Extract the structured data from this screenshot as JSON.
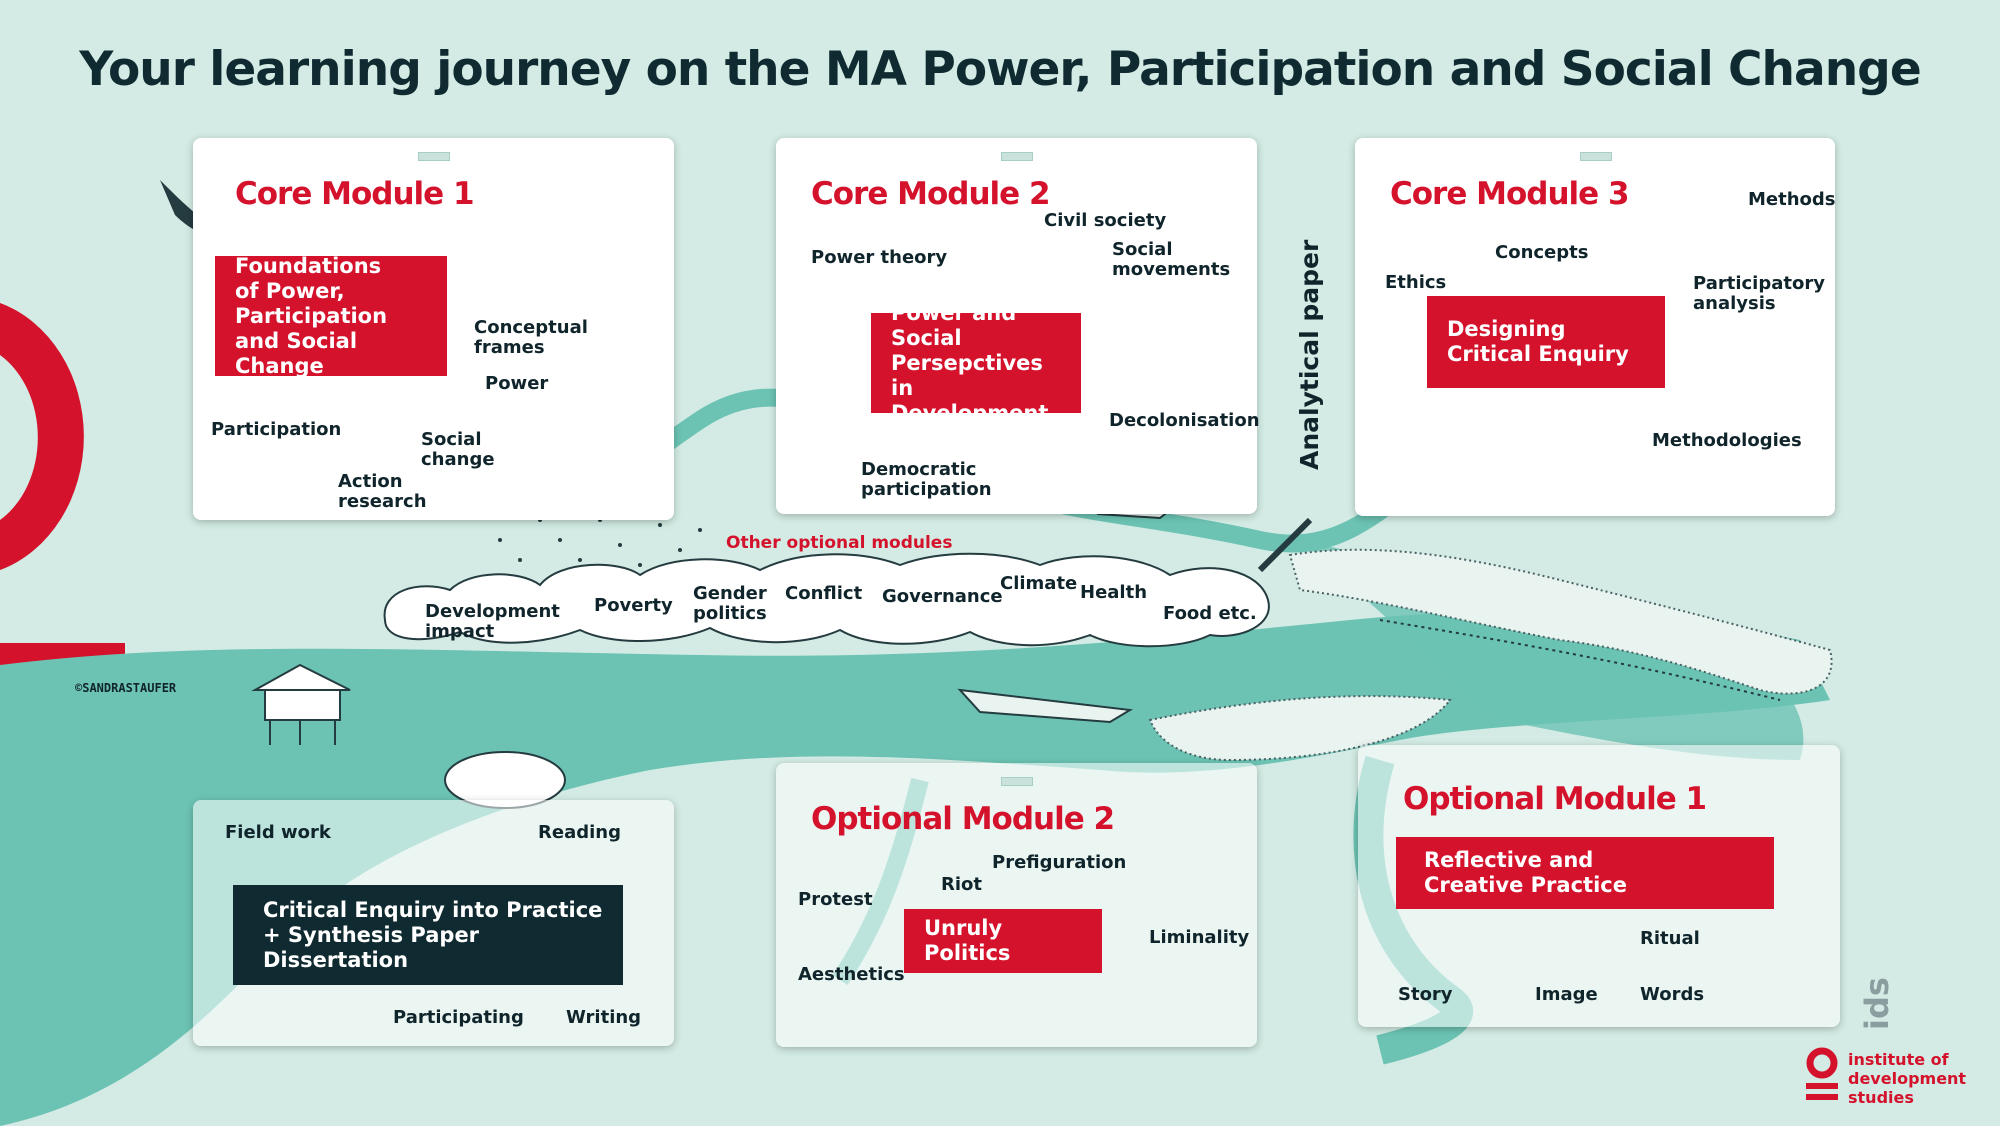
{
  "title": "Your learning journey on the MA Power, Participation and Social Change",
  "colors": {
    "accent_red": "#d5122c",
    "river": "#6cc3b3",
    "dark": "#0f2a30",
    "background": "#d3ebe4"
  },
  "core1": {
    "title": "Core Module 1",
    "module": "Foundations\nof Power,\nParticipation\n and Social Change",
    "labels": {
      "conceptual": "Conceptual\nframes",
      "power": "Power",
      "participation": "Participation",
      "social_change": "Social\nchange",
      "action_research": "Action\nresearch"
    }
  },
  "core2": {
    "title": "Core Module 2",
    "module": "Power and Social\nPersepctives in\nDevelopment",
    "labels": {
      "civil_society": "Civil society",
      "power_theory": "Power theory",
      "social_movements": "Social\nmovements",
      "decolonisation": "Decolonisation",
      "democratic": "Democratic\nparticipation"
    }
  },
  "core3": {
    "title": "Core Module 3",
    "module": "Designing\nCritical Enquiry",
    "labels": {
      "methods": "Methods",
      "concepts": "Concepts",
      "ethics": "Ethics",
      "participatory": "Participatory\nanalysis",
      "methodologies": "Methodologies"
    }
  },
  "analytical_paper": "Analytical paper",
  "other_optional": {
    "heading": "Other optional modules",
    "items": [
      "Development\nimpact",
      "Poverty",
      "Gender\npolitics",
      "Conflict",
      "Governance",
      "Climate",
      "Health",
      "Food etc."
    ]
  },
  "credit": "©SANDRASTAUFER",
  "dissertation": {
    "module": "Critical Enquiry into Practice\n+ Synthesis Paper Dissertation",
    "labels": {
      "field_work": "Field work",
      "reading": "Reading",
      "participating": "Participating",
      "writing": "Writing"
    }
  },
  "opt2": {
    "title": "Optional Module 2",
    "module": "Unruly Politics",
    "labels": {
      "prefiguration": "Prefiguration",
      "riot": "Riot",
      "protest": "Protest",
      "liminality": "Liminality",
      "aesthetics": "Aesthetics"
    }
  },
  "opt1": {
    "title": "Optional Module 1",
    "module": "Reflective and\nCreative Practice",
    "labels": {
      "ritual": "Ritual",
      "story": "Story",
      "image": "Image",
      "words": "Words"
    }
  },
  "ids_mark": "ids",
  "logo": "institute of\ndevelopment\nstudies"
}
